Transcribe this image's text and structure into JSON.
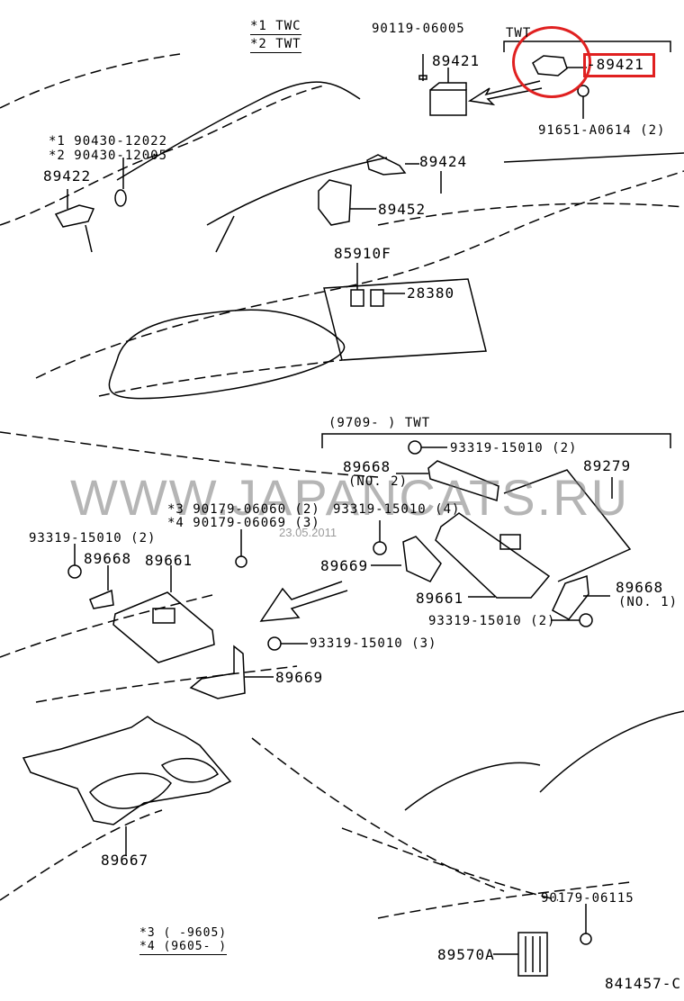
{
  "diagram_id": "841457-C",
  "watermark": {
    "text": "WWW.JAPANCATS.RU",
    "date": "23.05.2011"
  },
  "highlight": {
    "color": "#e02020",
    "part": "89421"
  },
  "notes": {
    "variant_top": [
      "*1 TWC",
      "*2 TWT"
    ],
    "variant_bottom": [
      "*3 (     -9605)",
      "*4 (9605-      )"
    ],
    "twt_box_label": "TWT",
    "twt_box2_label": "(9709-      ) TWT"
  },
  "labels": {
    "p90119_06005": "90119-06005",
    "p89421_a": "89421",
    "p89421_b": "-89421",
    "p91651": "91651-A0614 (2)",
    "p90430_1": "*1 90430-12022",
    "p90430_2": "*2 90430-12005",
    "p89422": "89422",
    "p89424": "89424",
    "p89452": "89452",
    "p85910f": "85910F",
    "p28380": "28380",
    "p93319_top": "93319-15010 (2)",
    "p89668_no2": "89668",
    "no2": "(NO. 2)",
    "p89279": "89279",
    "p93319_4": "93319-15010 (4)",
    "p90179_3": "*3 90179-06060 (2)",
    "p90179_4": "*4 90179-06069 (3)",
    "p93319_left": "93319-15010 (2)",
    "p89668_left": "89668",
    "p89661_left": "89661",
    "p89669_right": "89669",
    "p89661_right": "89661",
    "p89668_no1": "89668",
    "no1": "(NO. 1)",
    "p93319_right": "93319-15010 (2)",
    "p93319_3": "93319-15010 (3)",
    "p89669_lower": "89669",
    "p89667": "89667",
    "p90179_06115": "90179-06115",
    "p89570a": "89570A"
  }
}
